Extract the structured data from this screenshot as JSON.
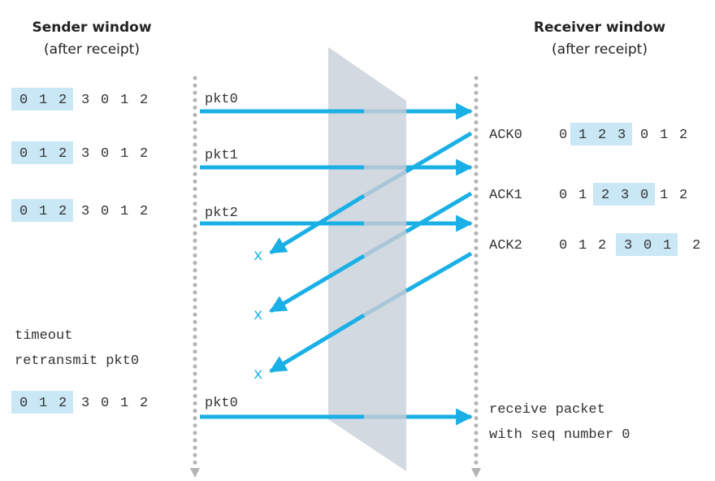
{
  "sender": {
    "title": "Sender window",
    "subtitle": "(after receipt)",
    "windows": [
      {
        "seq": [
          "0",
          "1",
          "2",
          "3",
          "0",
          "1",
          "2"
        ],
        "highlight": [
          0,
          2
        ]
      },
      {
        "seq": [
          "0",
          "1",
          "2",
          "3",
          "0",
          "1",
          "2"
        ],
        "highlight": [
          0,
          2
        ]
      },
      {
        "seq": [
          "0",
          "1",
          "2",
          "3",
          "0",
          "1",
          "2"
        ],
        "highlight": [
          0,
          2
        ]
      },
      {
        "seq": [
          "0",
          "1",
          "2",
          "3",
          "0",
          "1",
          "2"
        ],
        "highlight": [
          0,
          2
        ]
      }
    ],
    "timeout_line1": "timeout",
    "timeout_line2": "retransmit pkt0"
  },
  "receiver": {
    "title": "Receiver window",
    "subtitle": "(after receipt)",
    "windows": [
      {
        "ack": "ACK0",
        "seq": [
          "0",
          "1",
          "2",
          "3",
          "0",
          "1",
          "2"
        ],
        "highlight": [
          1,
          3
        ]
      },
      {
        "ack": "ACK1",
        "seq": [
          "0",
          "1",
          "2",
          "3",
          "0",
          "1",
          "2"
        ],
        "highlight": [
          2,
          4
        ]
      },
      {
        "ack": "ACK2",
        "seq": [
          "0",
          "1",
          "2",
          "3",
          "0",
          "1",
          "2"
        ],
        "highlight": [
          3,
          5
        ]
      }
    ],
    "final_line1": "receive packet",
    "final_line2": "with seq number 0"
  },
  "packets": [
    "pkt0",
    "pkt1",
    "pkt2",
    "pkt0"
  ],
  "lost_marks": [
    "x",
    "x",
    "x"
  ],
  "colors": {
    "arrow": "#1ab0e6",
    "arrow_in_channel": "#a9c7d8",
    "highlight": "#c9e7f5",
    "channel": "#d3d9e1",
    "timeline": "#b4b4b4"
  }
}
